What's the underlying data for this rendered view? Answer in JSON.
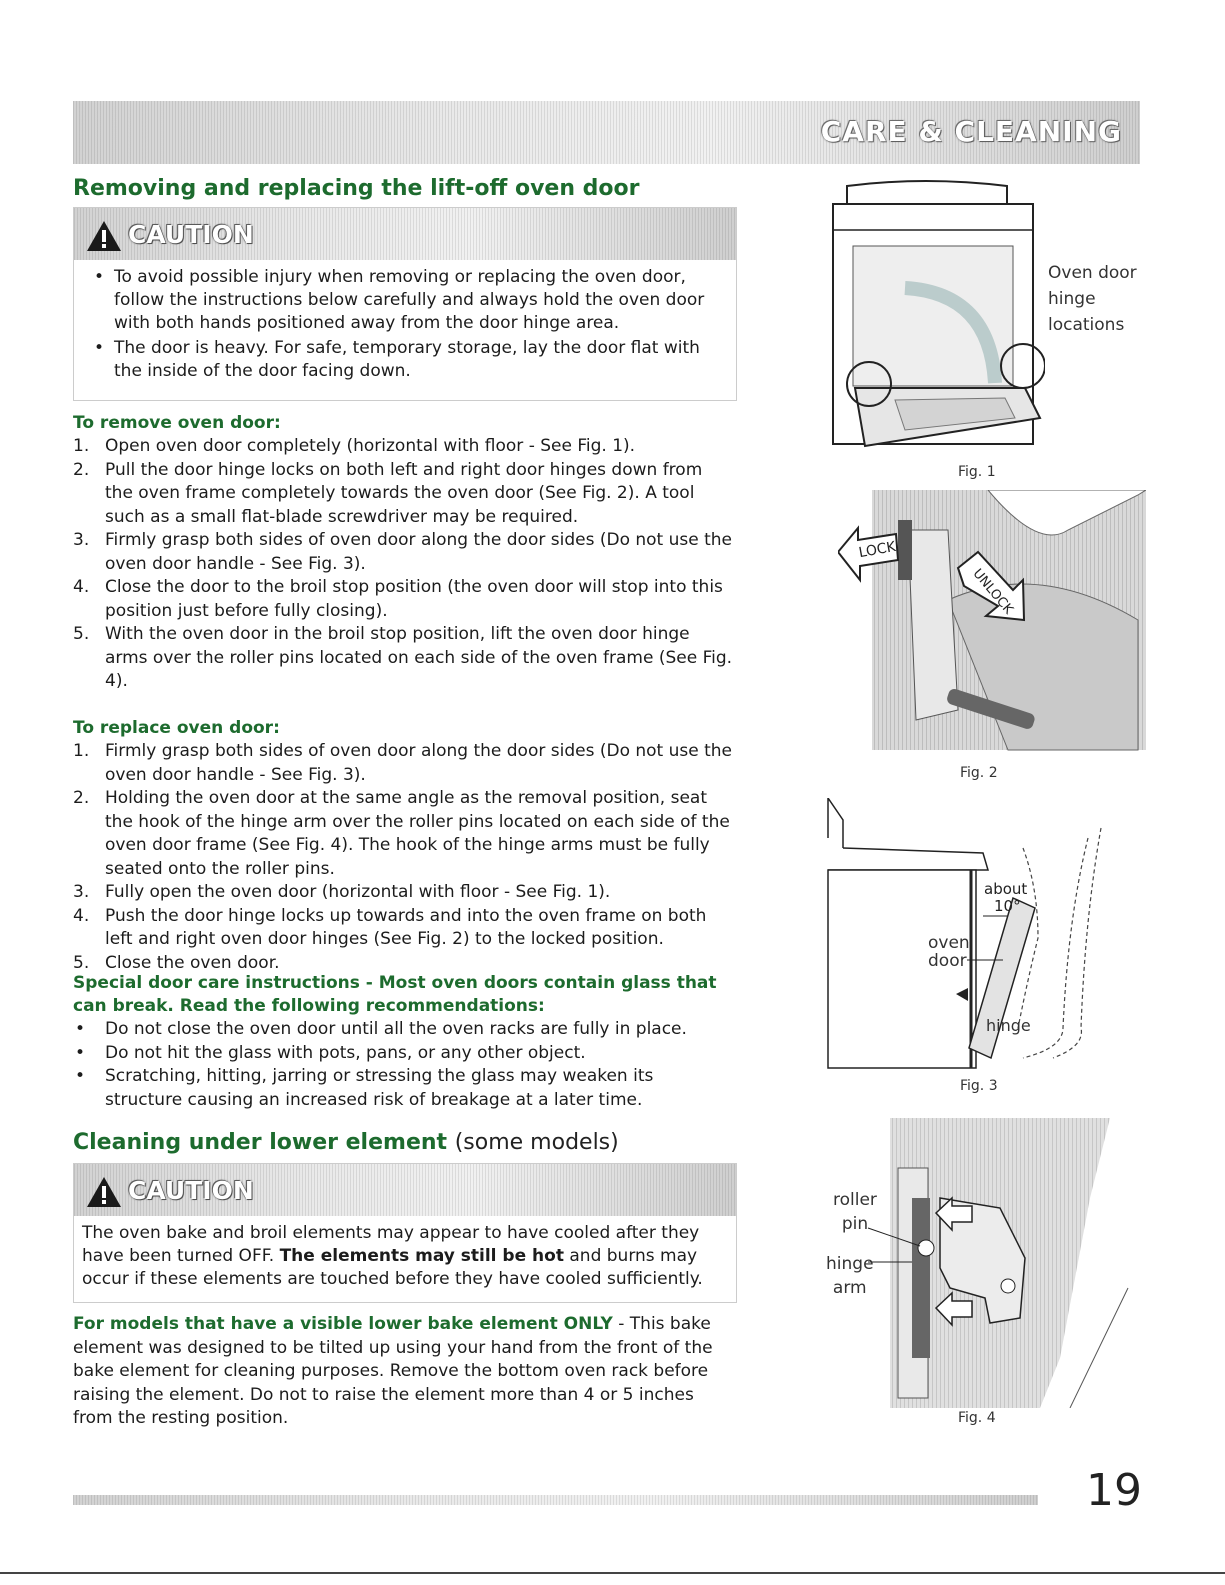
{
  "header": {
    "title": "CARE & CLEANING"
  },
  "section1": {
    "title": "Removing and replacing the lift-off oven door",
    "caution": {
      "label": "CAUTION",
      "bullets": [
        "To avoid possible injury when removing or replacing the oven door, follow the instructions below carefully and always hold the oven door with both hands positioned away from the door hinge area.",
        "The door is heavy. For safe, temporary storage, lay the door flat with the inside of the door facing down."
      ]
    },
    "remove": {
      "title": "To remove oven door:",
      "steps": [
        {
          "n": "1.",
          "text": "Open oven door completely (horizontal with floor - See Fig. 1)."
        },
        {
          "n": "2.",
          "text": "Pull the door hinge locks on both left and right door hinges down from the oven frame completely towards the oven door (See Fig. 2). A tool such as a small flat-blade screwdriver may be required."
        },
        {
          "n": "3.",
          "text": "Firmly grasp both sides of oven door along the door sides (Do not use the oven door handle - See Fig. 3)."
        },
        {
          "n": "4.",
          "text": "Close the door to the broil stop position (the oven door will stop into this position just before fully closing)."
        },
        {
          "n": "5.",
          "text": "With the oven door in the broil stop position, lift the oven door hinge arms over the roller pins located on each side of the oven frame (See Fig. 4)."
        }
      ]
    },
    "replace": {
      "title": "To replace oven door:",
      "steps": [
        {
          "n": "1.",
          "text": "Firmly grasp both sides of oven door along the door sides (Do not use the oven door handle - See Fig. 3)."
        },
        {
          "n": "2.",
          "text": "Holding the oven door at the same angle as the removal position, seat the hook of the hinge arm over the roller pins located on each side of the oven door frame (See Fig. 4). The hook of the hinge arms must be fully seated onto the roller pins."
        },
        {
          "n": "3.",
          "text": "Fully open the oven door (horizontal with floor - See Fig. 1)."
        },
        {
          "n": "4.",
          "text": "Push the door hinge locks up towards and into the oven frame on both left and right oven door hinges (See Fig. 2) to the locked position."
        },
        {
          "n": "5.",
          "text": "Close the oven door."
        }
      ]
    },
    "special": {
      "title": "Special door care instructions - Most oven doors contain glass that can break. Read the following recommendations:",
      "bullets": [
        "Do not close the oven door until all the oven racks are fully in place.",
        "Do not hit the glass with pots, pans, or any other object.",
        "Scratching, hitting, jarring or stressing the glass may weaken its structure causing an increased risk of breakage at a later time."
      ]
    }
  },
  "section2": {
    "title": "Cleaning under lower element",
    "title_suffix": "(some models)",
    "caution": {
      "label": "CAUTION",
      "text_a": "The oven bake and broil elements may appear to have cooled after they have been turned OFF.",
      "text_bold": "The elements may still be hot",
      "text_b": "and burns may occur if these elements are touched before they have cooled sufficiently."
    },
    "para_bold": "For models that have a visible lower bake element ONLY",
    "para_text": "- This bake element was designed to be tilted up using your hand from the front of the bake element for cleaning purposes. Remove the bottom oven rack before raising the element. Do not to raise the element more than 4 or 5 inches from the resting position."
  },
  "figures": {
    "fig1": {
      "caption": "Fig. 1",
      "label_lines": [
        "Oven door",
        "hinge",
        "locations"
      ]
    },
    "fig2": {
      "caption": "Fig. 2",
      "lock": "LOCK",
      "unlock": "UNLOCK"
    },
    "fig3": {
      "caption": "Fig. 3",
      "about": "about",
      "angle": "10°",
      "oven": "oven",
      "door": "door",
      "hinge": "hinge"
    },
    "fig4": {
      "caption": "Fig. 4",
      "roller": "roller",
      "pin": "pin",
      "hinge": "hinge",
      "arm": "arm"
    }
  },
  "page_number": "19"
}
